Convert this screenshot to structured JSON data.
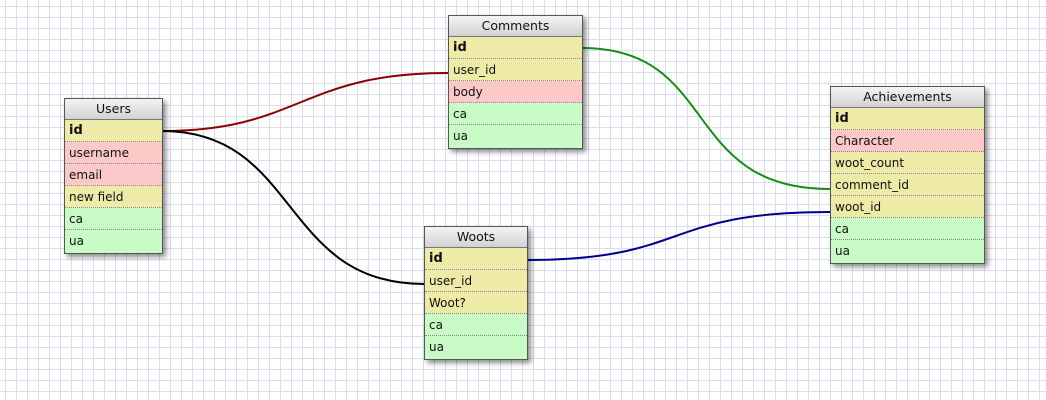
{
  "tables": {
    "users": {
      "title": "Users",
      "fields": [
        {
          "name": "id",
          "color": "#eeeaa8"
        },
        {
          "name": "username",
          "color": "#fdc8c8"
        },
        {
          "name": "email",
          "color": "#fdc8c8"
        },
        {
          "name": "new field",
          "color": "#eeeaa8"
        },
        {
          "name": "ca",
          "color": "#c8fbc6"
        },
        {
          "name": "ua",
          "color": "#c8fbc6"
        }
      ]
    },
    "comments": {
      "title": "Comments",
      "fields": [
        {
          "name": "id",
          "color": "#eeeaa8"
        },
        {
          "name": "user_id",
          "color": "#eeeaa8"
        },
        {
          "name": "body",
          "color": "#fdc8c8"
        },
        {
          "name": "ca",
          "color": "#c8fbc6"
        },
        {
          "name": "ua",
          "color": "#c8fbc6"
        }
      ]
    },
    "woots": {
      "title": "Woots",
      "fields": [
        {
          "name": "id",
          "color": "#eeeaa8"
        },
        {
          "name": "user_id",
          "color": "#eeeaa8"
        },
        {
          "name": "Woot?",
          "color": "#eeeaa8"
        },
        {
          "name": "ca",
          "color": "#c8fbc6"
        },
        {
          "name": "ua",
          "color": "#c8fbc6"
        }
      ]
    },
    "achievements": {
      "title": "Achievements",
      "fields": [
        {
          "name": "id",
          "color": "#eeeaa8"
        },
        {
          "name": "Character",
          "color": "#fdc8c8"
        },
        {
          "name": "woot_count",
          "color": "#eeeaa8"
        },
        {
          "name": "comment_id",
          "color": "#eeeaa8"
        },
        {
          "name": "woot_id",
          "color": "#eeeaa8"
        },
        {
          "name": "ca",
          "color": "#c8fbc6"
        },
        {
          "name": "ua",
          "color": "#c8fbc6"
        }
      ]
    }
  },
  "relations": [
    {
      "from": "Users.id",
      "to": "Comments.user_id",
      "color": "#8b0000"
    },
    {
      "from": "Users.id",
      "to": "Woots.user_id",
      "color": "#000000"
    },
    {
      "from": "Comments.id",
      "to": "Achievements.comment_id",
      "color": "#1a8c1a"
    },
    {
      "from": "Woots.id",
      "to": "Achievements.woot_id",
      "color": "#00008b"
    }
  ],
  "colors": {
    "key_field": "#eeeaa8",
    "text_field": "#fdc8c8",
    "timestamp_field": "#c8fbc6",
    "grid": "#dcdcf0"
  }
}
